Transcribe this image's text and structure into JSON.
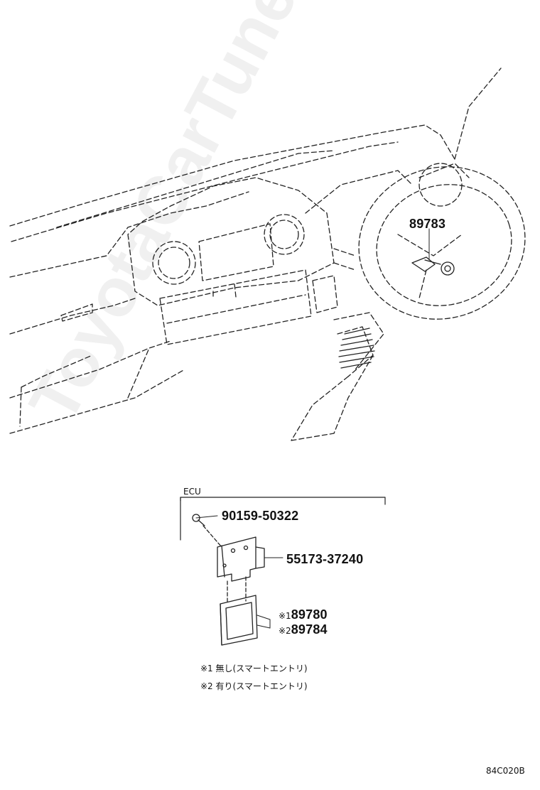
{
  "watermark": "ToyotaCarTune.ru",
  "callouts": {
    "switch": "89783",
    "bolt": "90159-50322",
    "bracket": "55173-37240",
    "ecu_note1_mark": "※1",
    "ecu_note1_part": "89780",
    "ecu_note2_mark": "※2",
    "ecu_note2_part": "89784"
  },
  "ecu_section_label": "ECU",
  "notes": [
    "※1 無し(スマートエントリ)",
    "※2 有り(スマートエントリ)"
  ],
  "diagram_code": "84C020B",
  "colors": {
    "line": "#222222",
    "background": "#ffffff"
  }
}
